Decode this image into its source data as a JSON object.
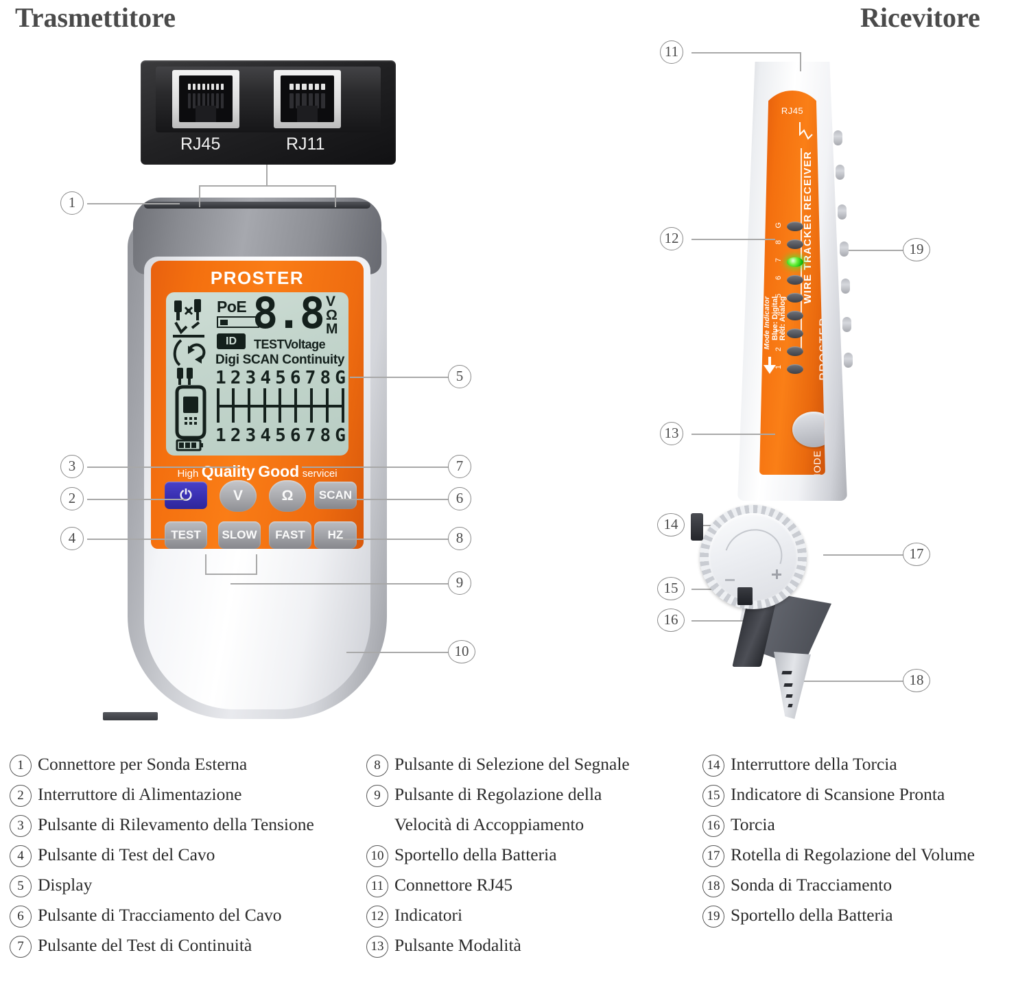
{
  "titles": {
    "transmitter": "Trasmettitore",
    "receiver": "Ricevitore"
  },
  "transmitter": {
    "brand": "PROSTER",
    "ports": {
      "rj45": "RJ45",
      "rj11": "RJ11"
    },
    "slogan": {
      "high": "High",
      "quality": "Quality",
      "good": "Good",
      "service": "servicei"
    },
    "lcd": {
      "poe": "PoE",
      "id": "ID",
      "reading": "8.8",
      "unit_v": "V",
      "unit_ohm": "Ω",
      "unit_m": "M",
      "test_voltage": "TESTVoltage",
      "modes": "Digi SCAN Continuity",
      "wire_row_top": [
        "1",
        "2",
        "3",
        "4",
        "5",
        "6",
        "7",
        "8",
        "G"
      ],
      "wire_row_bottom": [
        "1",
        "2",
        "3",
        "4",
        "5",
        "6",
        "7",
        "8",
        "G"
      ],
      "battery_segments": 3,
      "poe_bar_segments": 4,
      "poe_bar_filled": 1
    },
    "buttons": {
      "power": "⏻",
      "voltage": "V",
      "ohm": "Ω",
      "scan": "SCAN",
      "test": "TEST",
      "slow": "SLOW",
      "fast": "FAST",
      "hz": "HZ"
    },
    "callouts": [
      "1",
      "2",
      "3",
      "4",
      "5",
      "6",
      "7",
      "8",
      "9",
      "10"
    ]
  },
  "receiver": {
    "brand": "PROSTER",
    "port_label": "RJ45",
    "product_name": "WIRE TRACKER RECEIVER",
    "mode_indicator": {
      "title": "Mode Indicator",
      "blue": "Blue: Digital",
      "red": "Red: Analog"
    },
    "mode_button": "MODE",
    "leds": [
      {
        "label": "G",
        "on": false
      },
      {
        "label": "8",
        "on": false
      },
      {
        "label": "7",
        "on": true
      },
      {
        "label": "6",
        "on": false
      },
      {
        "label": "5",
        "on": false
      },
      {
        "label": "4",
        "on": false
      },
      {
        "label": "3",
        "on": false
      },
      {
        "label": "2",
        "on": false
      },
      {
        "label": "1",
        "on": false
      }
    ],
    "callouts": [
      "11",
      "12",
      "13",
      "14",
      "15",
      "16",
      "17",
      "18",
      "19"
    ]
  },
  "colors": {
    "orange": "#f4700f",
    "lcd_green": "#c3d5cc",
    "power_blue": "#3a31b4",
    "led_green": "#3ce01f",
    "grey_body": "#8a8c92",
    "title_grey": "#4a4a4a"
  },
  "legend": {
    "column1": [
      {
        "num": "1",
        "text": "Connettore per Sonda Esterna"
      },
      {
        "num": "2",
        "text": "Interruttore di Alimentazione"
      },
      {
        "num": "3",
        "text": "Pulsante di Rilevamento della Tensione"
      },
      {
        "num": "4",
        "text": "Pulsante di Test del Cavo"
      },
      {
        "num": "5",
        "text": "Display"
      },
      {
        "num": "6",
        "text": "Pulsante di Tracciamento del Cavo"
      },
      {
        "num": "7",
        "text": "Pulsante del Test di Continuità"
      }
    ],
    "column2": [
      {
        "num": "8",
        "text": "Pulsante di Selezione del Segnale"
      },
      {
        "num": "9",
        "text": "Pulsante di Regolazione della"
      },
      {
        "num": "",
        "text": "Velocità di Accoppiamento",
        "continuation": true
      },
      {
        "num": "10",
        "text": "Sportello della Batteria"
      },
      {
        "num": "11",
        "text": "Connettore RJ45"
      },
      {
        "num": "12",
        "text": "Indicatori"
      },
      {
        "num": "13",
        "text": "Pulsante Modalità"
      }
    ],
    "column3": [
      {
        "num": "14",
        "text": "Interruttore della Torcia"
      },
      {
        "num": "15",
        "text": "Indicatore di Scansione Pronta"
      },
      {
        "num": "16",
        "text": "Torcia"
      },
      {
        "num": "17",
        "text": "Rotella di Regolazione del Volume"
      },
      {
        "num": "18",
        "text": "Sonda di Tracciamento"
      },
      {
        "num": "19",
        "text": "Sportello della Batteria"
      }
    ]
  }
}
